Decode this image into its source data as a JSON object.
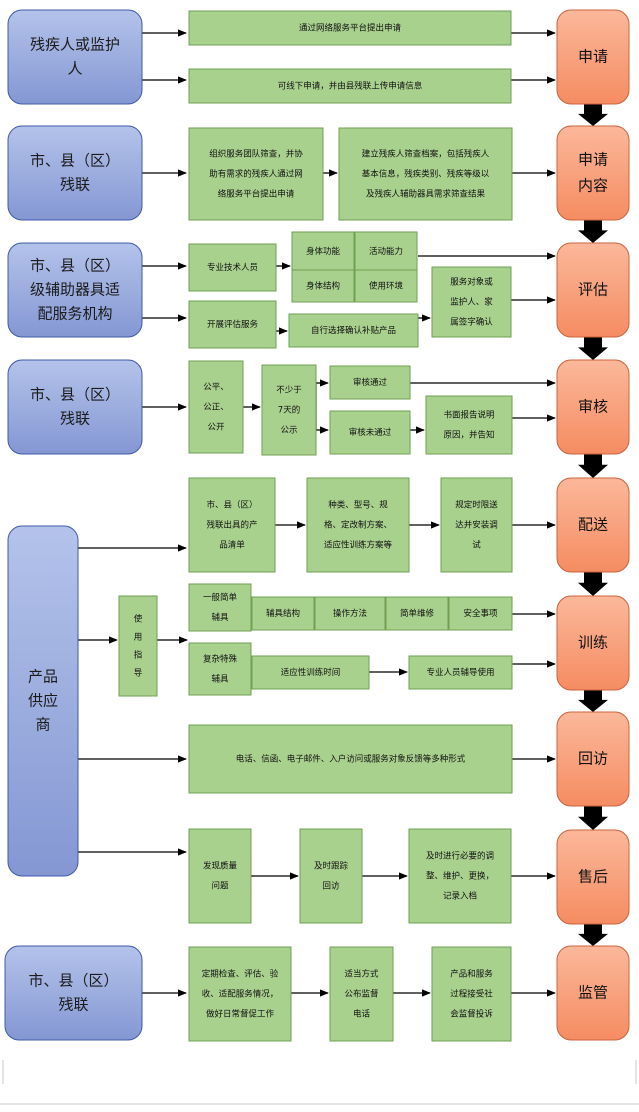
{
  "left_nodes": [
    {
      "id": "L1",
      "lines": [
        "残疾人或监护",
        "人"
      ]
    },
    {
      "id": "L2",
      "lines": [
        "市、县（区）",
        "残联"
      ]
    },
    {
      "id": "L3",
      "lines": [
        "市、县（区）",
        "级辅助器具适",
        "配服务机构"
      ]
    },
    {
      "id": "L4",
      "lines": [
        "市、县（区）",
        "残联"
      ]
    },
    {
      "id": "L5",
      "lines": [
        "产品",
        "供应",
        "商"
      ]
    },
    {
      "id": "L6",
      "lines": [
        "市、县（区）",
        "残联"
      ]
    }
  ],
  "stages": [
    {
      "id": "S1",
      "lines": [
        "申请"
      ]
    },
    {
      "id": "S2",
      "lines": [
        "申请",
        "内容"
      ]
    },
    {
      "id": "S3",
      "lines": [
        "评估"
      ]
    },
    {
      "id": "S4",
      "lines": [
        "审核"
      ]
    },
    {
      "id": "S5",
      "lines": [
        "配送"
      ]
    },
    {
      "id": "S6",
      "lines": [
        "训练"
      ]
    },
    {
      "id": "S7",
      "lines": [
        "回访"
      ]
    },
    {
      "id": "S8",
      "lines": [
        "售后"
      ]
    },
    {
      "id": "S9",
      "lines": [
        "监管"
      ]
    }
  ],
  "boxes": [
    {
      "id": "a1",
      "lines": [
        "通过网络服务平台提出申请"
      ]
    },
    {
      "id": "a2",
      "lines": [
        "可线下申请，并由县残联上传申请信息"
      ]
    },
    {
      "id": "b1",
      "lines": [
        "组织服务团队筛查，并协",
        "助有需求的残疾人通过网",
        "络服务平台提出申请"
      ]
    },
    {
      "id": "b2",
      "lines": [
        "建立残疾人筛查档案，包括残疾人",
        "基本信息，残疾类别、残疾等级以",
        "及残疾人辅助器具需求筛查结果"
      ]
    },
    {
      "id": "c1",
      "lines": [
        "专业技术人员"
      ]
    },
    {
      "id": "c2",
      "lines": [
        "身体功能"
      ]
    },
    {
      "id": "c3",
      "lines": [
        "活动能力"
      ]
    },
    {
      "id": "c4",
      "lines": [
        "身体结构"
      ]
    },
    {
      "id": "c5",
      "lines": [
        "使用环境"
      ]
    },
    {
      "id": "c6",
      "lines": [
        "服务对象或",
        "监护人、家",
        "属签字确认"
      ]
    },
    {
      "id": "c7",
      "lines": [
        "开展评估服务"
      ]
    },
    {
      "id": "c8",
      "lines": [
        "自行选择确认补贴产品"
      ]
    },
    {
      "id": "d1",
      "lines": [
        "公平、",
        "公正、",
        "公开"
      ]
    },
    {
      "id": "d2",
      "lines": [
        "不少于",
        "7天的",
        "公示"
      ]
    },
    {
      "id": "d3",
      "lines": [
        "审核通过"
      ]
    },
    {
      "id": "d4",
      "lines": [
        "审核未通过"
      ]
    },
    {
      "id": "d5",
      "lines": [
        "书面报告说明",
        "原因，并告知"
      ]
    },
    {
      "id": "e1",
      "lines": [
        "市、县（区）",
        "残联出具的产",
        "品清单"
      ]
    },
    {
      "id": "e2",
      "lines": [
        "种类、型号、规",
        "格、定改制方案、",
        "适应性训练方案等"
      ]
    },
    {
      "id": "e3",
      "lines": [
        "规定时限送",
        "达并安装调",
        "试"
      ]
    },
    {
      "id": "f0",
      "lines": [
        "使",
        "用",
        "指",
        "导"
      ]
    },
    {
      "id": "f1",
      "lines": [
        "一般简单",
        "辅具"
      ]
    },
    {
      "id": "f2",
      "lines": [
        "辅具结构"
      ]
    },
    {
      "id": "f3",
      "lines": [
        "操作方法"
      ]
    },
    {
      "id": "f4",
      "lines": [
        "简单维修"
      ]
    },
    {
      "id": "f5",
      "lines": [
        "安全事项"
      ]
    },
    {
      "id": "f6",
      "lines": [
        "复杂特殊",
        "辅具"
      ]
    },
    {
      "id": "f7",
      "lines": [
        "适应性训练时间"
      ]
    },
    {
      "id": "f8",
      "lines": [
        "专业人员辅导使用"
      ]
    },
    {
      "id": "g1",
      "lines": [
        "电话、信函、电子邮件、入户访问或服务对象反馈等多种形式"
      ]
    },
    {
      "id": "h1",
      "lines": [
        "发现质量",
        "问题"
      ]
    },
    {
      "id": "h2",
      "lines": [
        "及时跟踪",
        "回访"
      ]
    },
    {
      "id": "h3",
      "lines": [
        "及时进行必要的调",
        "整、维护、更换，",
        "记录入档"
      ]
    },
    {
      "id": "i1",
      "lines": [
        "定期检查、评估、验",
        "收、适配服务情况，",
        "做好日常督促工作"
      ]
    },
    {
      "id": "i2",
      "lines": [
        "适当方式",
        "公布监督",
        "电话"
      ]
    },
    {
      "id": "i3",
      "lines": [
        "产品和服务",
        "过程接受社",
        "会监督投诉"
      ]
    }
  ],
  "colors": {
    "blue_top": "#b4c3ea",
    "blue_bottom": "#8497d3",
    "green": "#a9d18e",
    "orange_top": "#fbb89a",
    "orange_bottom": "#f58c62"
  }
}
